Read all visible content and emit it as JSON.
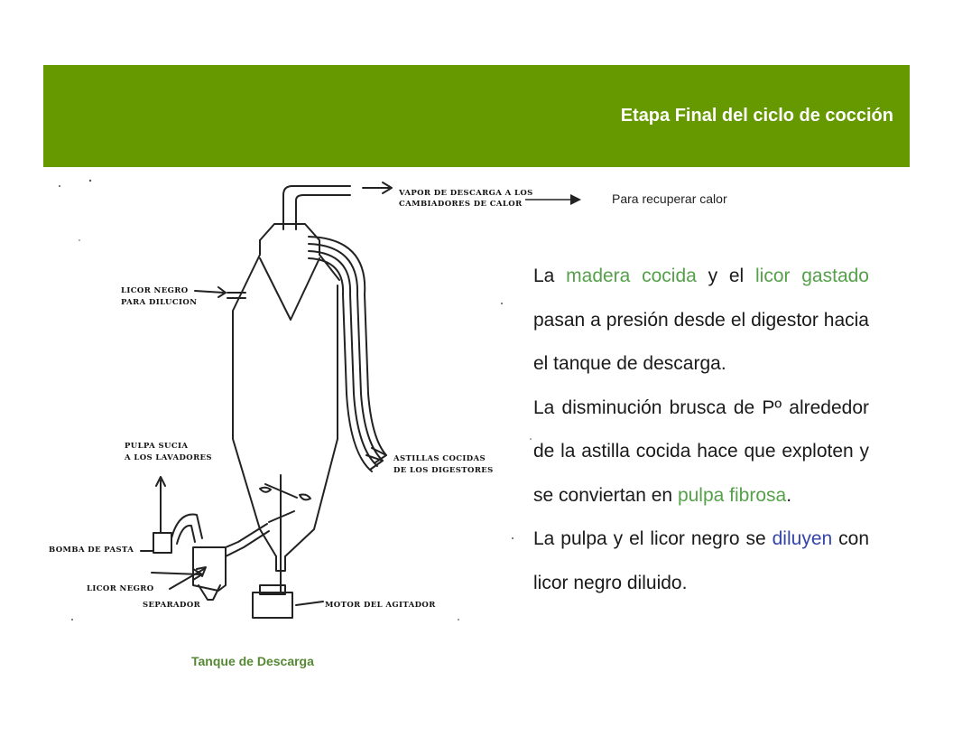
{
  "header": {
    "title": "Etapa Final del ciclo de cocción",
    "color": "#669900"
  },
  "diagram": {
    "labels": {
      "vapor1": "VAPOR DE DESCARGA A LOS",
      "vapor2": "CAMBIADORES DE CALOR",
      "licor_dil1": "LICOR NEGRO",
      "licor_dil2": "PARA DILUCION",
      "pulpa1": "PULPA SUCIA",
      "pulpa2": "A LOS LAVADORES",
      "astillas1": "ASTILLAS COCIDAS",
      "astillas2": "DE LOS DIGESTORES",
      "bomba": "BOMBA DE PASTA",
      "licor_negro": "LICOR NEGRO",
      "separador": "SEPARADOR",
      "motor": "MOTOR DEL AGITADOR"
    },
    "caption": "Tanque de Descarga"
  },
  "side_note": "Para recuperar calor",
  "paragraphs": {
    "p1": {
      "a": "La ",
      "b": "madera cocida",
      "c": " y el ",
      "d": "licor gastado",
      "e": " pasan a presión desde el digestor hacia el tanque de descarga."
    },
    "p2": {
      "a": "La disminución brusca de Pº alrededor de la astilla cocida hace que exploten y se conviertan en ",
      "b": "pulpa fibrosa",
      "c": "."
    },
    "p3": {
      "a": "La pulpa y el licor negro se ",
      "b": "diluyen",
      "c": " con licor negro diluido."
    }
  },
  "colors": {
    "highlight_green": "#55a14a",
    "highlight_blue": "#3344aa",
    "caption": "#558833"
  }
}
